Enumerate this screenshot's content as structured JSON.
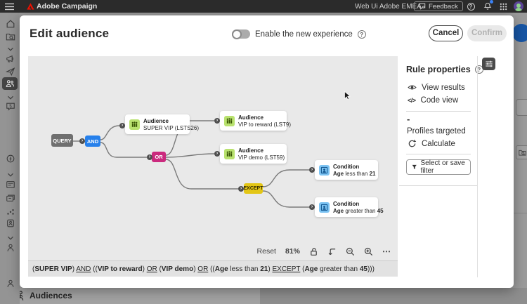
{
  "topbar": {
    "app_name": "Adobe Campaign",
    "env_label": "Web Ui Adobe EMEA",
    "feedback_label": "Feedback"
  },
  "modal": {
    "title": "Edit audience",
    "toggle_label": "Enable the new experience",
    "help_glyph": "?",
    "cancel_label": "Cancel",
    "confirm_label": "Confirm"
  },
  "canvas": {
    "port_glyph": "›",
    "nodes": {
      "query": "QUERY",
      "and": "AND",
      "or": "OR",
      "except": "EXCEPT"
    },
    "cards": {
      "super_vip": {
        "type": "Audience",
        "name": "SUPER VIP (LSTS26)"
      },
      "vip_reward": {
        "type": "Audience",
        "name": "VIP to reward (LST9)"
      },
      "vip_demo": {
        "type": "Audience",
        "name": "VIP demo (LST59)"
      },
      "age_less": {
        "type": "Condition",
        "bold": "Age",
        "rest": " less than ",
        "num": "21"
      },
      "age_greater": {
        "type": "Condition",
        "bold": "Age",
        "rest": " greater than ",
        "num": "45"
      }
    },
    "toolbar": {
      "reset_label": "Reset",
      "zoom_level": "81%",
      "more_glyph": "⋯"
    }
  },
  "panel": {
    "title": "Rule properties",
    "help_glyph": "?",
    "view_results": "View results",
    "code_view": "Code view",
    "code_icon_glyph": "</>",
    "value": "-",
    "profiles_label": "Profiles targeted",
    "calculate_label": "Calculate",
    "filter_button_label": "Select or save filter"
  },
  "formula": {
    "tokens": [
      {
        "t": "("
      },
      {
        "t": "SUPER VIP",
        "b": 1
      },
      {
        "t": ") "
      },
      {
        "t": "AND",
        "u": 1
      },
      {
        "t": " (("
      },
      {
        "t": "VIP to reward",
        "b": 1
      },
      {
        "t": ") "
      },
      {
        "t": "OR",
        "u": 1
      },
      {
        "t": " ("
      },
      {
        "t": "VIP demo",
        "b": 1
      },
      {
        "t": ") "
      },
      {
        "t": "OR",
        "u": 1
      },
      {
        "t": " (("
      },
      {
        "t": "Age",
        "b": 1
      },
      {
        "t": " less than "
      },
      {
        "t": "21",
        "b": 1
      },
      {
        "t": ") "
      },
      {
        "t": "EXCEPT",
        "u": 1
      },
      {
        "t": " ("
      },
      {
        "t": "Age",
        "b": 1
      },
      {
        "t": " greater than "
      },
      {
        "t": "45",
        "b": 1
      },
      {
        "t": ")))"
      }
    ]
  },
  "footer": {
    "audiences_label": "Audiences"
  },
  "colors": {
    "and_node": "#2680eb",
    "or_node": "#cb2a7e",
    "except_node": "#e3c616",
    "query_node": "#6f6f6f",
    "audience_icon_bg": "#b9e26f",
    "condition_icon_bg": "#7cc3f2",
    "notification_dot": "#3b82f6",
    "fab_blue": "#1755a4",
    "adobe_red": "#eb1000"
  },
  "icons": {
    "sidebar": [
      "home-icon",
      "folder-search-icon",
      "chevron-down-icon",
      "megaphone-icon",
      "send-icon",
      "audience-people-icon",
      "chevron-down-icon",
      "chat-dollar-icon",
      "compass-icon",
      "chevron-down-icon",
      "report-card-icon",
      "stack-icon",
      "org-chart-icon",
      "badge-icon",
      "chevron-down-icon",
      "person-icon",
      "people-running-icon"
    ]
  }
}
